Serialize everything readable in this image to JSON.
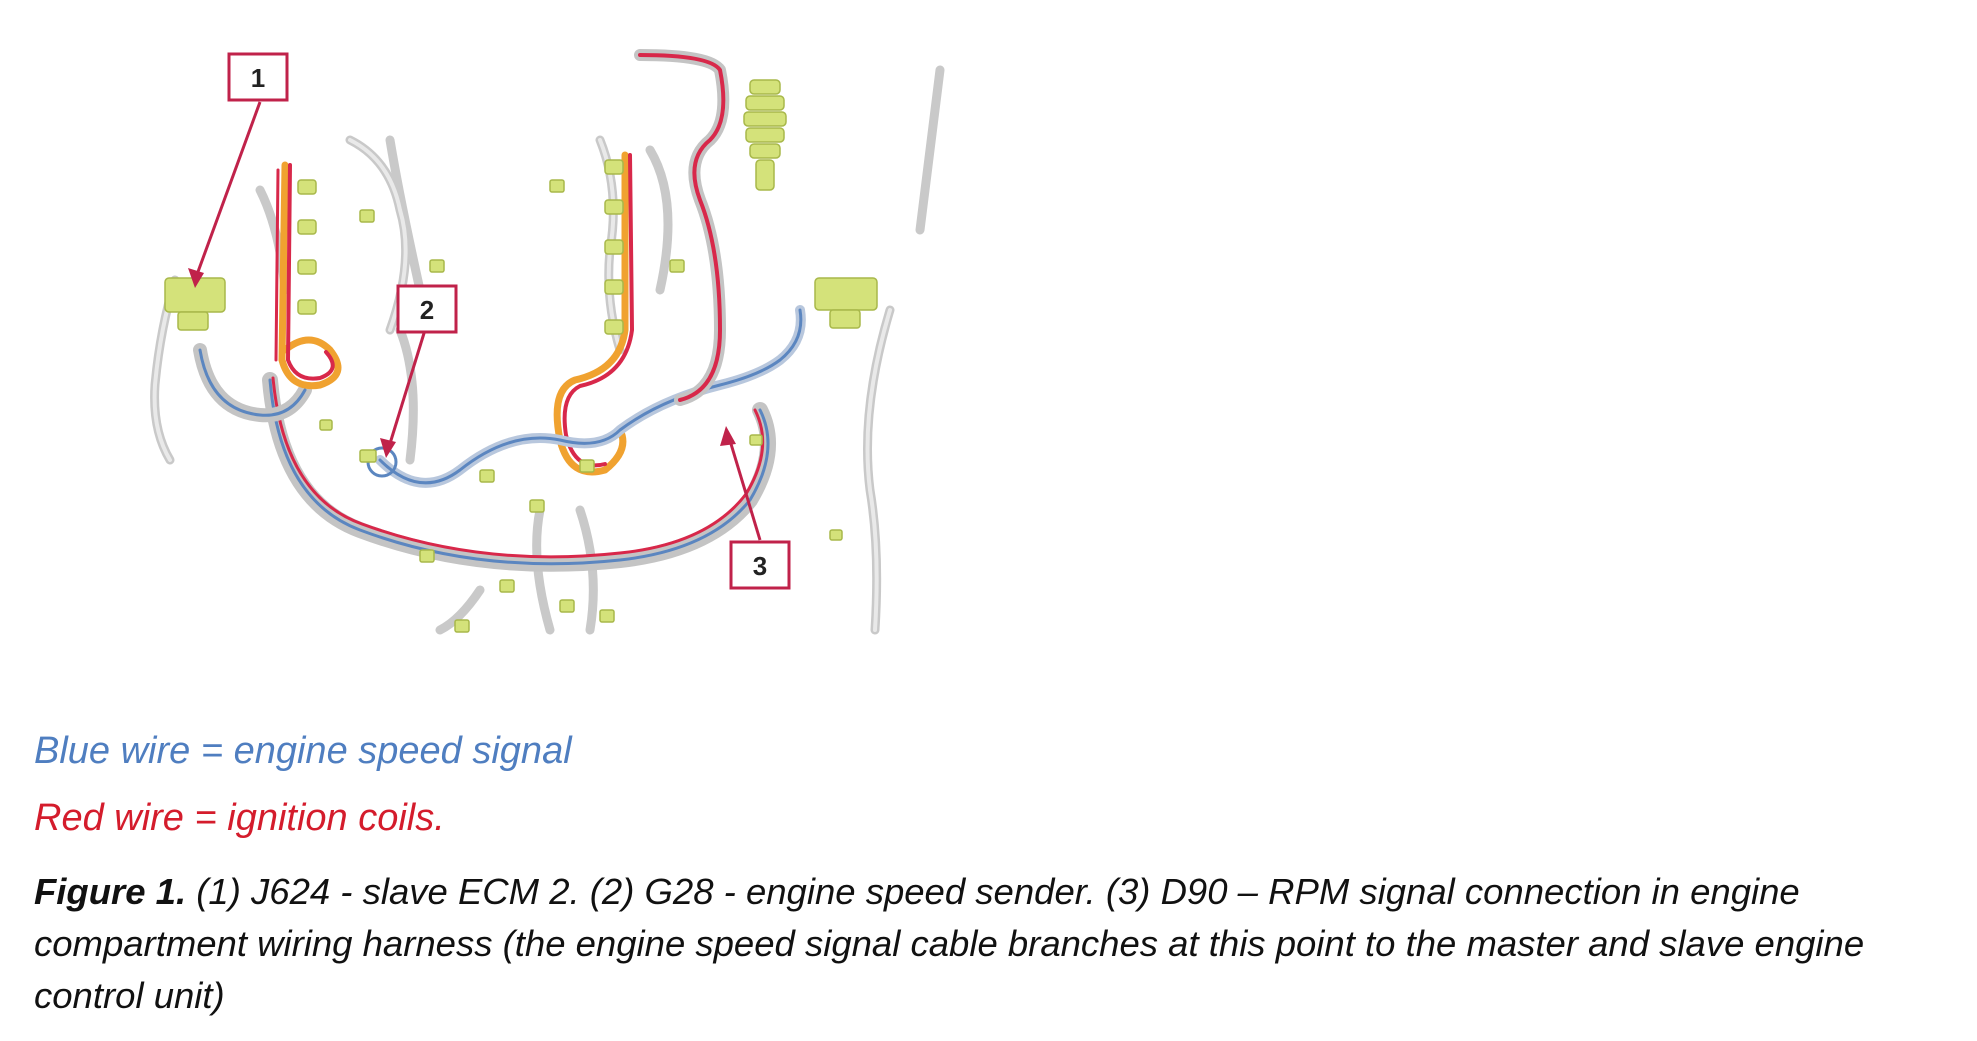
{
  "callouts": [
    "1",
    "2",
    "3"
  ],
  "legend": {
    "blue": "Blue wire = engine speed signal",
    "red": "Red wire = ignition coils."
  },
  "caption": {
    "label": "Figure 1.",
    "text": " (1) J624 - slave ECM 2. (2) G28 - engine speed sender. (3) D90 – RPM signal connection in engine compartment wiring harness (the engine speed signal cable branches at this point to the master and slave engine control unit)"
  },
  "colors": {
    "blue_wire": "#5b86c0",
    "red_wire": "#d8284a",
    "callout": "#c0224a",
    "harness": "#d6d6d6",
    "connector": "#d4e27a",
    "legend_blue_text": "#4f7ec0",
    "legend_red_text": "#d41c2c"
  }
}
